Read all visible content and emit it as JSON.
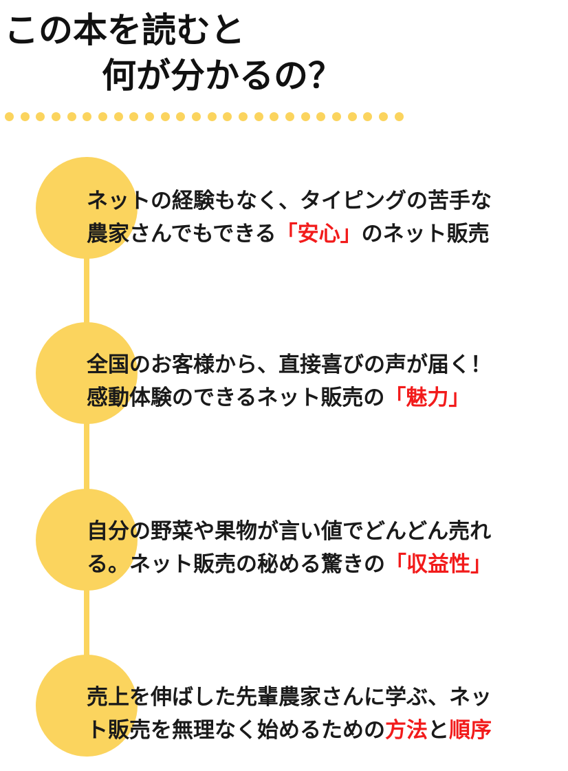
{
  "title": {
    "line1": "この本を読むと",
    "line2": "何が分かるの？"
  },
  "colors": {
    "accent_yellow": "#FBD45E",
    "highlight_red": "#F21B1B",
    "text": "#1A1A1A"
  },
  "items": [
    {
      "line1": "ネットの経験もなく、タイピングの苦手な",
      "line2_pre": "農家さんでもできる",
      "line2_hl": "「安心」",
      "line2_post": "のネット販売"
    },
    {
      "line1": "全国のお客様から、直接喜びの声が届く！",
      "line2_pre": "感動体験のできるネット販売の",
      "line2_hl": "「魅力」"
    },
    {
      "line1": "自分の野菜や果物が言い値でどんどん売れ",
      "line2_pre": "る。ネット販売の秘める驚きの",
      "line2_hl": "「収益性」"
    },
    {
      "line1": "売上を伸ばした先輩農家さんに学ぶ、ネッ",
      "line2_pre": "ト販売を無理なく始めるための",
      "line2_hl1": "方法",
      "line2_mid": "と",
      "line2_hl2": "順序"
    }
  ]
}
